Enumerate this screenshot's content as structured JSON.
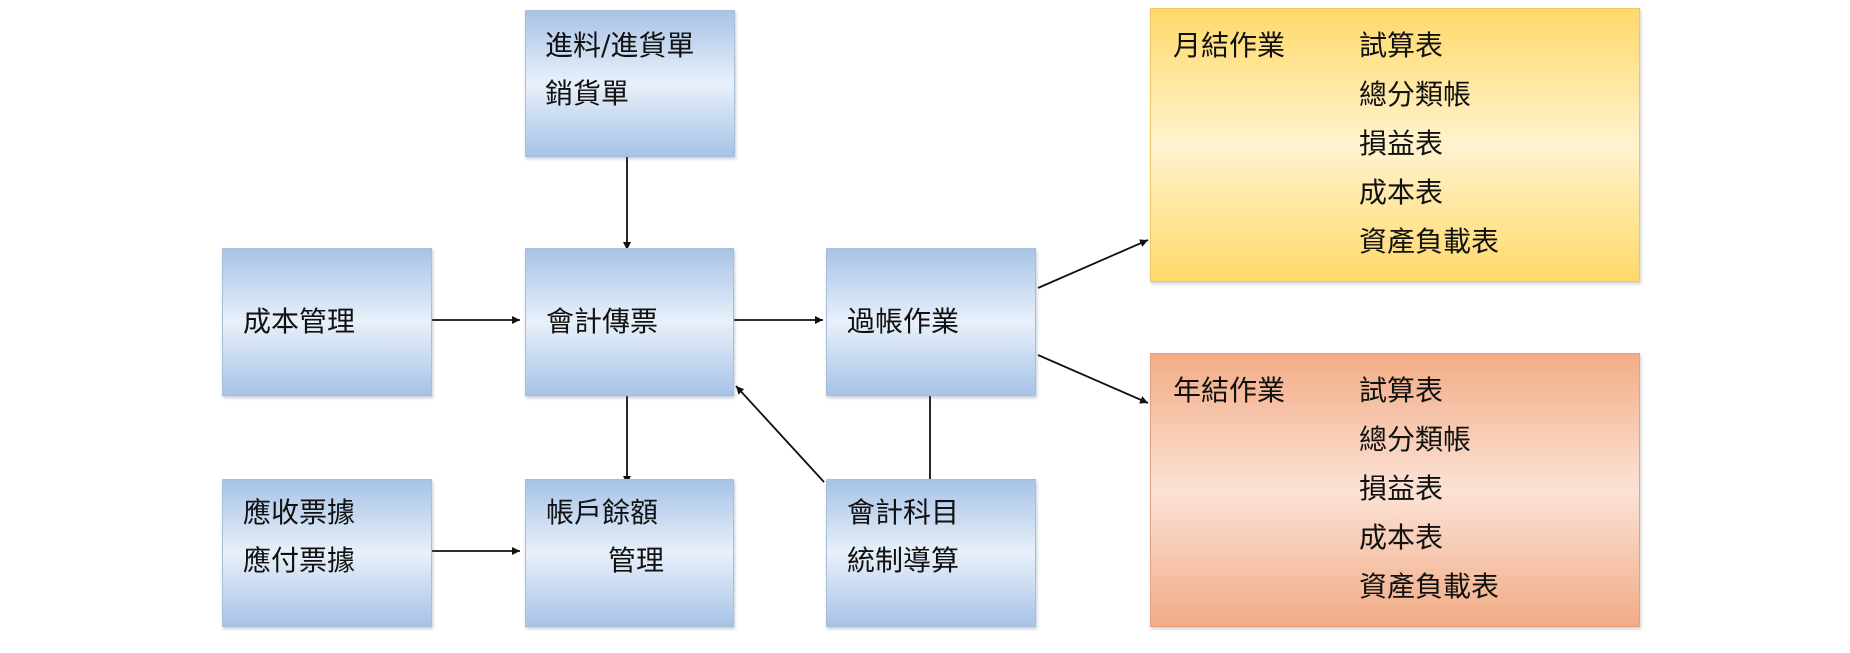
{
  "nodes": {
    "purchase": {
      "lines": [
        "進料/進貨單",
        "銷貨單"
      ]
    },
    "cost_mgmt": {
      "lines": [
        "成本管理"
      ]
    },
    "voucher": {
      "lines": [
        "會計傳票"
      ]
    },
    "posting": {
      "lines": [
        "過帳作業"
      ]
    },
    "notes": {
      "lines": [
        "應收票據",
        "應付票據"
      ]
    },
    "balance": {
      "lines": [
        "帳戶餘額",
        "管理"
      ]
    },
    "accounts": {
      "lines": [
        "會計科目",
        "統制導算"
      ]
    }
  },
  "panels": {
    "monthly": {
      "title": "月結作業",
      "items": [
        "試算表",
        "總分類帳",
        "損益表",
        "成本表",
        "資產負載表"
      ],
      "color": "#ffd969"
    },
    "yearly": {
      "title": "年結作業",
      "items": [
        "試算表",
        "總分類帳",
        "損益表",
        "成本表",
        "資產負載表"
      ],
      "color": "#f2ac86"
    }
  },
  "box_color": "#a7c3e7"
}
